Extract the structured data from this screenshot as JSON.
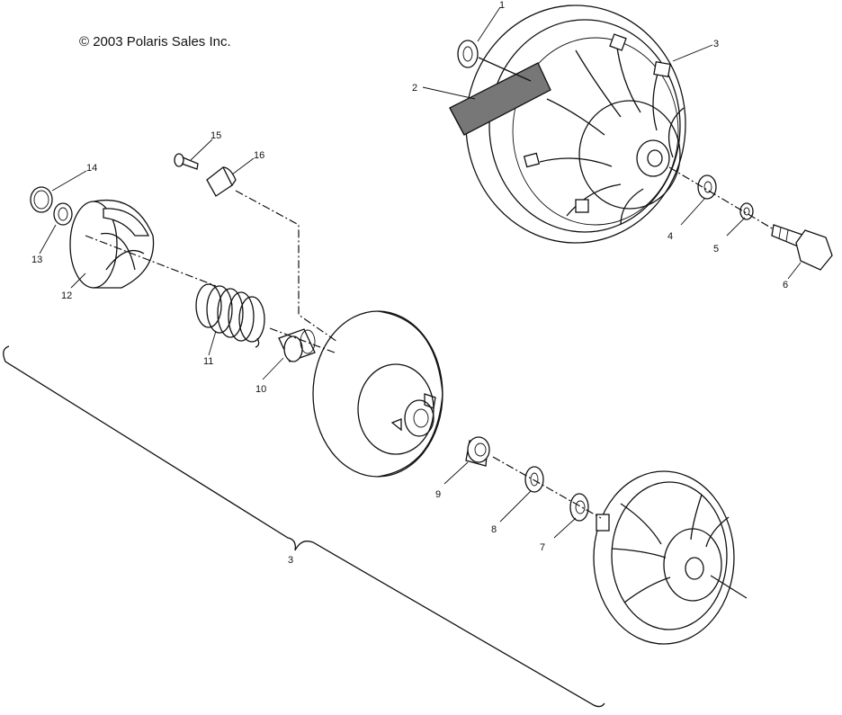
{
  "copyright": "© 2003 Polaris Sales Inc.",
  "callouts": {
    "c1": "1",
    "c2": "2",
    "c3a": "3",
    "c3b": "3",
    "c4": "4",
    "c5": "5",
    "c6": "6",
    "c7": "7",
    "c8": "8",
    "c9": "9",
    "c10": "10",
    "c11": "11",
    "c12": "12",
    "c13": "13",
    "c14": "14",
    "c15": "15",
    "c16": "16"
  }
}
